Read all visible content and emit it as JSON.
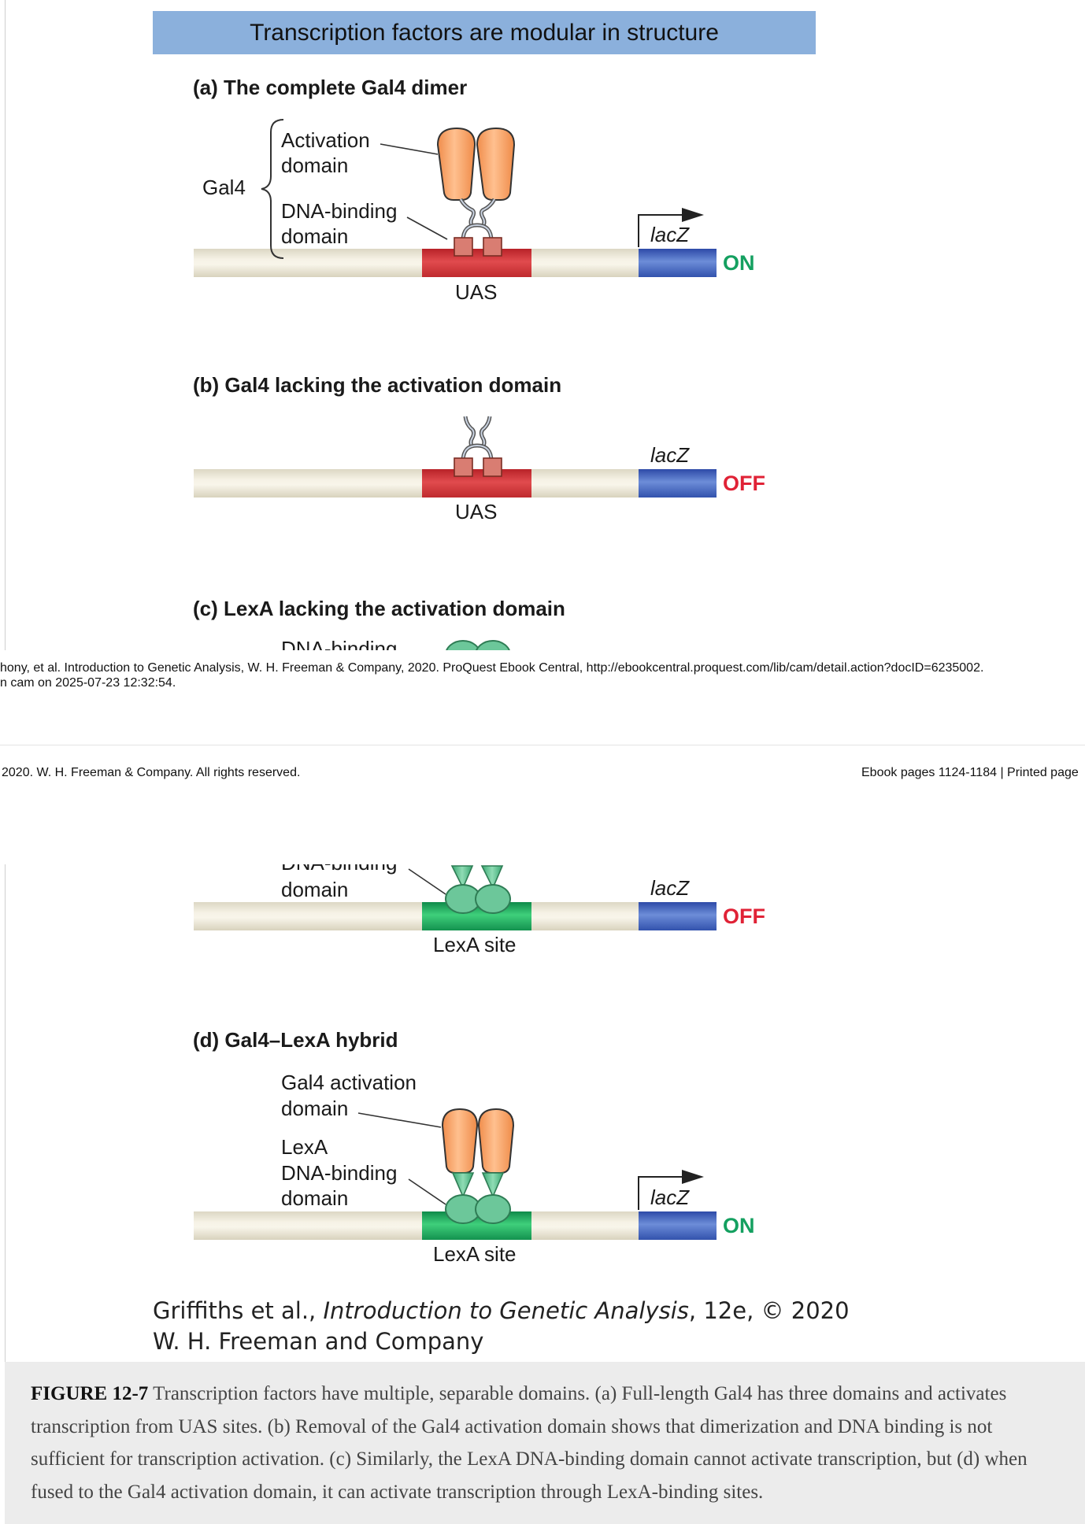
{
  "figure": {
    "title": "Transcription factors are modular in structure",
    "panels": {
      "a": {
        "heading": "(a)  The complete Gal4 dimer",
        "gal4_label": "Gal4",
        "activation_label_1": "Activation",
        "activation_label_2": "domain",
        "dna_label_1": "DNA-binding",
        "dna_label_2": "domain",
        "gene": "lacZ",
        "site": "UAS",
        "status": "ON"
      },
      "b": {
        "heading": "(b)  Gal4 lacking the activation domain",
        "gene": "lacZ",
        "site": "UAS",
        "status": "OFF"
      },
      "c": {
        "heading": "(c)  LexA lacking the activation domain",
        "dna_label_1": "DNA-binding",
        "dna_label_2": "domain",
        "gene": "lacZ",
        "site": "LexA site",
        "status": "OFF"
      },
      "d": {
        "heading": "(d)  Gal4–LexA hybrid",
        "activation_label_1": "Gal4 activation",
        "activation_label_2": "domain",
        "dna_label_1": "LexA",
        "dna_label_2": "DNA-binding",
        "dna_label_3": "domain",
        "gene": "lacZ",
        "site": "LexA site",
        "status": "ON"
      }
    },
    "credit_line_1_prefix": "Griffiths et al., ",
    "credit_line_1_title": "Introduction to Genetic Analysis",
    "credit_line_1_suffix": ", 12e, © 2020",
    "credit_line_2": "W. H. Freeman and Company"
  },
  "page_footer": {
    "citation": "hony, et al. Introduction to Genetic Analysis, W. H. Freeman & Company, 2020. ProQuest Ebook Central, http://ebookcentral.proquest.com/lib/cam/detail.action?docID=6235002.",
    "access": "n cam on 2025-07-23 12:32:54."
  },
  "page_header": {
    "copyright": "2020. W. H. Freeman & Company. All rights reserved.",
    "pages": "Ebook pages 1124-1184 | Printed page"
  },
  "caption": {
    "label": "FIGURE 12-7",
    "text": " Transcription factors have multiple, separable domains. (a) Full-length Gal4 has three domains and activates transcription from UAS sites. (b) Removal of the Gal4 activation domain shows that dimerization and DNA binding is not sufficient for transcription activation. (c) Similarly, the LexA DNA-binding domain cannot activate transcription, but (d) when fused to the Gal4 activation domain, it can activate transcription through LexA-binding sites."
  },
  "colors": {
    "title_bar": "#8bb0dc",
    "on": "#14a060",
    "off": "#e02236",
    "activation_domain": "#f5a46a",
    "lexa_domain": "#6cc79a",
    "gal4_dbd": "#d97d72"
  }
}
